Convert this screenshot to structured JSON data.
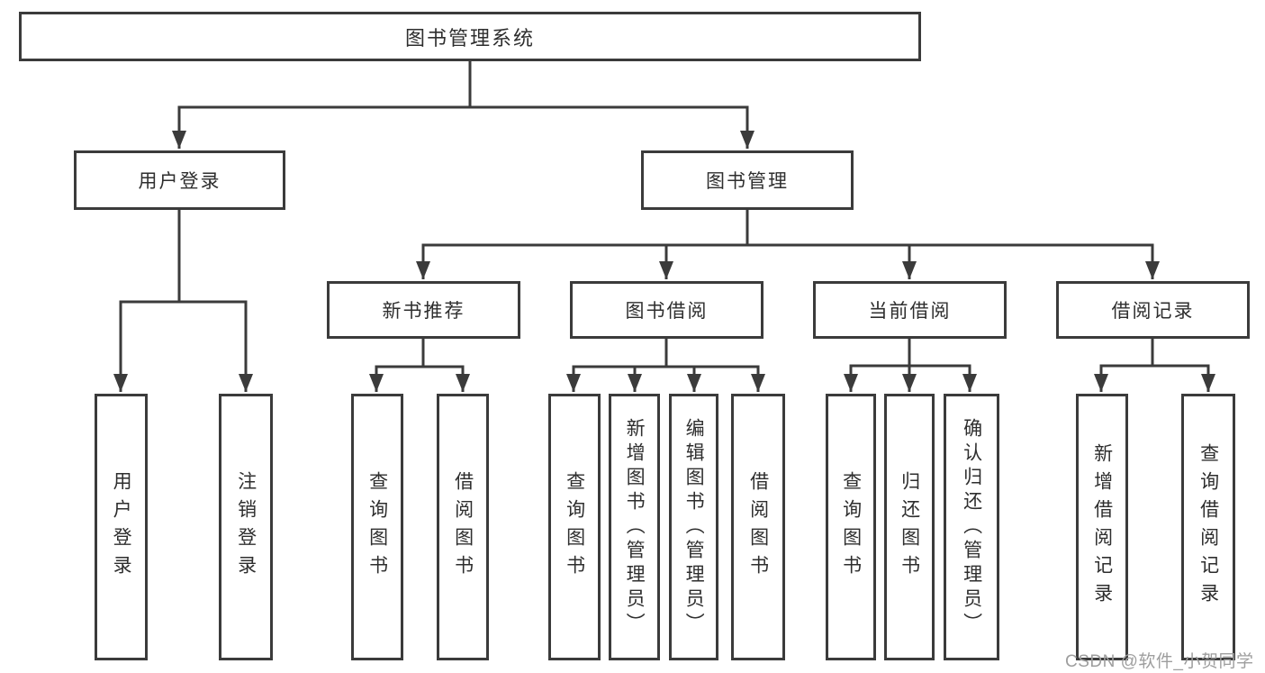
{
  "diagram": {
    "root": {
      "label": "图书管理系统"
    },
    "branches": [
      {
        "label": "用户登录",
        "leaves": [
          {
            "label": "用户登录"
          },
          {
            "label": "注销登录"
          }
        ]
      },
      {
        "label": "图书管理",
        "sections": [
          {
            "label": "新书推荐",
            "leaves": [
              {
                "label": "查询图书"
              },
              {
                "label": "借阅图书"
              }
            ]
          },
          {
            "label": "图书借阅",
            "leaves": [
              {
                "label": "查询图书"
              },
              {
                "label": "新增图书（管理员）"
              },
              {
                "label": "编辑图书（管理员）"
              },
              {
                "label": "借阅图书"
              }
            ]
          },
          {
            "label": "当前借阅",
            "leaves": [
              {
                "label": "查询图书"
              },
              {
                "label": "归还图书"
              },
              {
                "label": "确认归还（管理员）"
              }
            ]
          },
          {
            "label": "借阅记录",
            "leaves": [
              {
                "label": "新增借阅记录"
              },
              {
                "label": "查询借阅记录"
              }
            ]
          }
        ]
      }
    ]
  },
  "watermark": {
    "text": "CSDN @软件_小贺同学"
  },
  "theme": {
    "line": "#3b3b3b",
    "text": "#2e2e2e",
    "watermark": "#9e9e9e",
    "canvas": "#ffffff"
  }
}
